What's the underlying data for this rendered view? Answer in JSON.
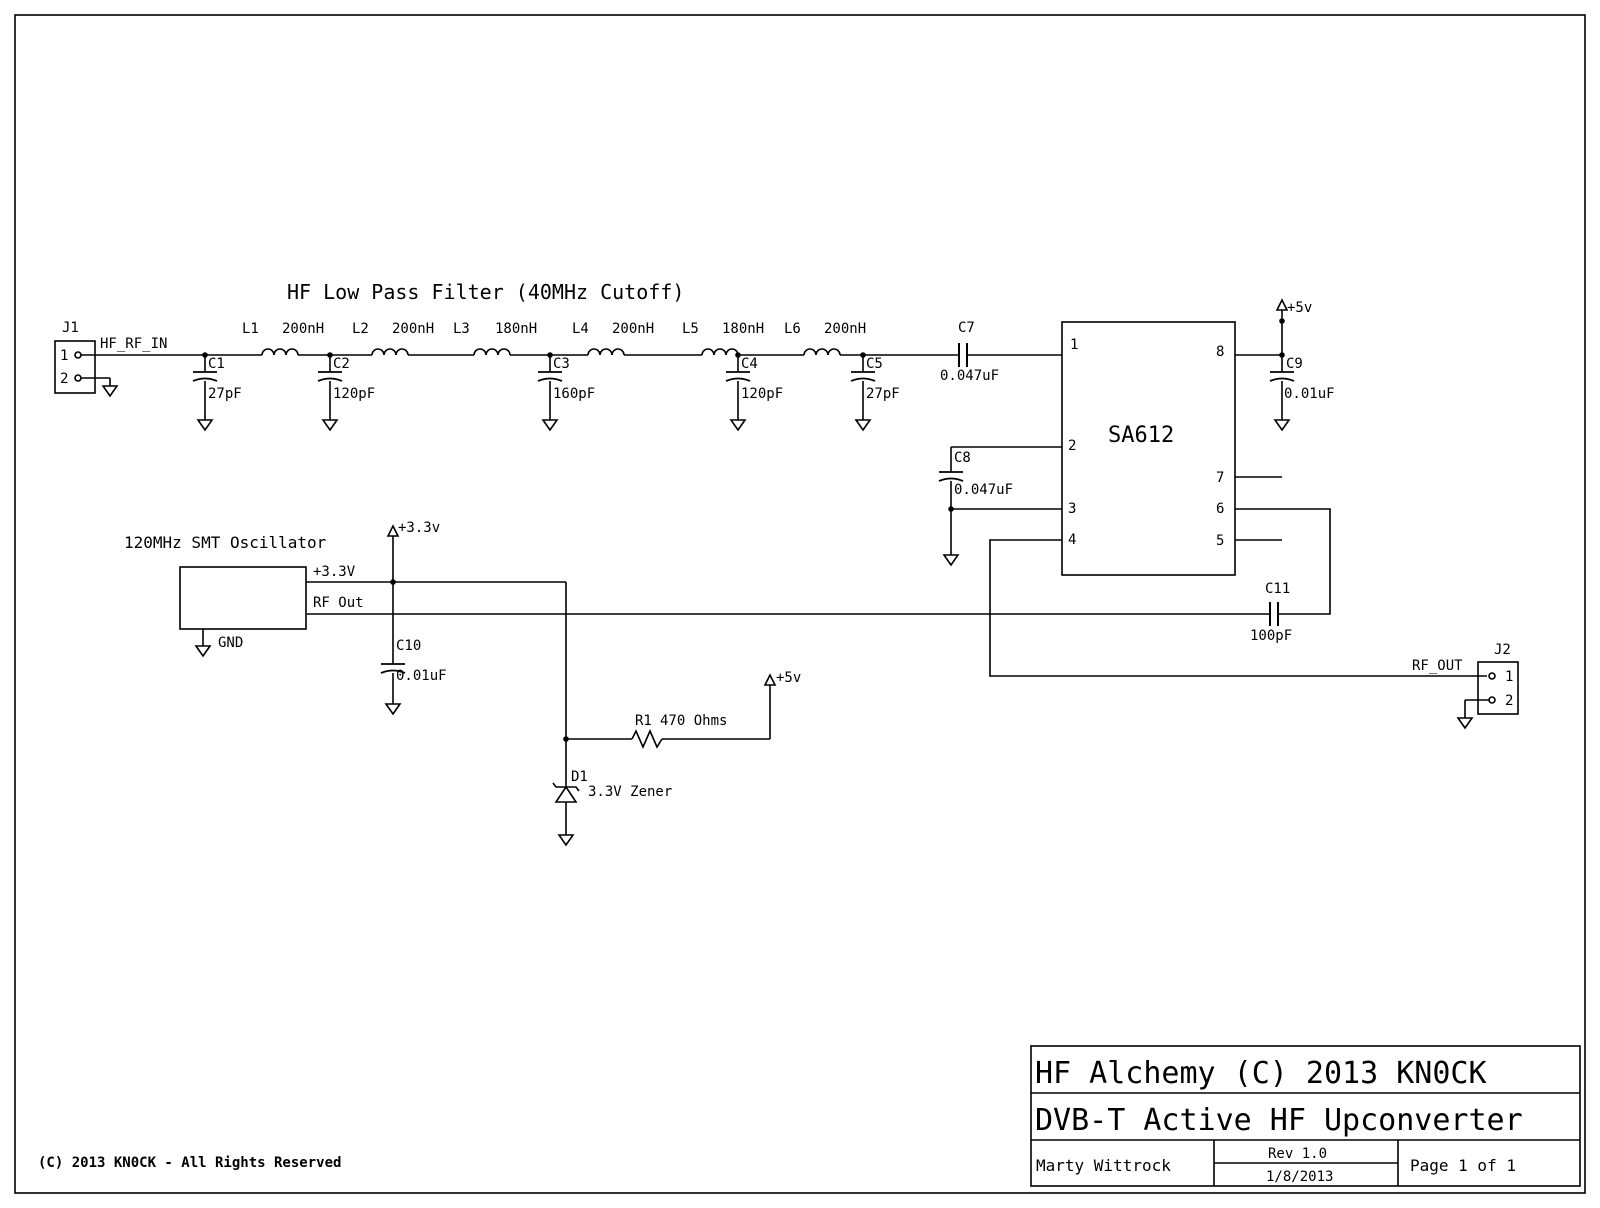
{
  "sheet": {
    "filter_title": "HF Low Pass Filter (40MHz Cutoff)",
    "osc_title": "120MHz SMT Oscillator",
    "copyright_note": "(C) 2013 KN0CK - All Rights Reserved"
  },
  "title_block": {
    "line1": "HF Alchemy (C) 2013 KN0CK",
    "line2": "DVB-T Active HF Upconverter",
    "author": "Marty Wittrock",
    "rev": "Rev 1.0",
    "date": "1/8/2013",
    "page": "Page 1 of 1"
  },
  "connectors": {
    "j1": {
      "ref": "J1",
      "net": "HF_RF_IN",
      "pin1": "1",
      "pin2": "2"
    },
    "j2": {
      "ref": "J2",
      "net": "RF_OUT",
      "pin1": "1",
      "pin2": "2"
    }
  },
  "inductors": [
    {
      "ref": "L1",
      "value": "200nH"
    },
    {
      "ref": "L2",
      "value": "200nH"
    },
    {
      "ref": "L3",
      "value": "180nH"
    },
    {
      "ref": "L4",
      "value": "200nH"
    },
    {
      "ref": "L5",
      "value": "180nH"
    },
    {
      "ref": "L6",
      "value": "200nH"
    }
  ],
  "capacitors": {
    "c1": {
      "ref": "C1",
      "value": "27pF"
    },
    "c2": {
      "ref": "C2",
      "value": "120pF"
    },
    "c3": {
      "ref": "C3",
      "value": "160pF"
    },
    "c4": {
      "ref": "C4",
      "value": "120pF"
    },
    "c5": {
      "ref": "C5",
      "value": "27pF"
    },
    "c7": {
      "ref": "C7",
      "value": "0.047uF"
    },
    "c8": {
      "ref": "C8",
      "value": "0.047uF"
    },
    "c9": {
      "ref": "C9",
      "value": "0.01uF"
    },
    "c10": {
      "ref": "C10",
      "value": "0.01uF"
    },
    "c11": {
      "ref": "C11",
      "value": "100pF"
    }
  },
  "ic": {
    "name": "SA612",
    "pins": {
      "p1": "1",
      "p2": "2",
      "p3": "3",
      "p4": "4",
      "p5": "5",
      "p6": "6",
      "p7": "7",
      "p8": "8"
    }
  },
  "oscillator": {
    "pin_vcc": "+3.3V",
    "pin_out": "RF Out",
    "pin_gnd": "GND"
  },
  "resistor": {
    "ref": "R1",
    "value": "470 Ohms"
  },
  "diode": {
    "ref": "D1",
    "value": "3.3V Zener"
  },
  "power": {
    "p5v_a": "+5v",
    "p5v_b": "+5v",
    "p33v": "+3.3v"
  }
}
